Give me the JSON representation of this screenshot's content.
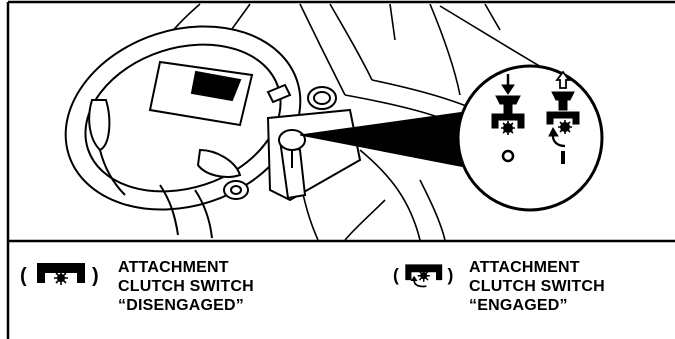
{
  "legend": {
    "disengaged": {
      "line1": "ATTACHMENT",
      "line2": "CLUTCH SWITCH",
      "line3": "“DISENGAGED”",
      "icon": "clutch-switch-down-icon"
    },
    "engaged": {
      "line1": "ATTACHMENT",
      "line2": "CLUTCH SWITCH",
      "line3": "“ENGAGED”",
      "icon": "clutch-switch-up-icon"
    }
  },
  "detail": {
    "off_mark": "o",
    "on_mark": "I"
  },
  "colors": {
    "ink": "#000000",
    "paper": "#ffffff"
  }
}
